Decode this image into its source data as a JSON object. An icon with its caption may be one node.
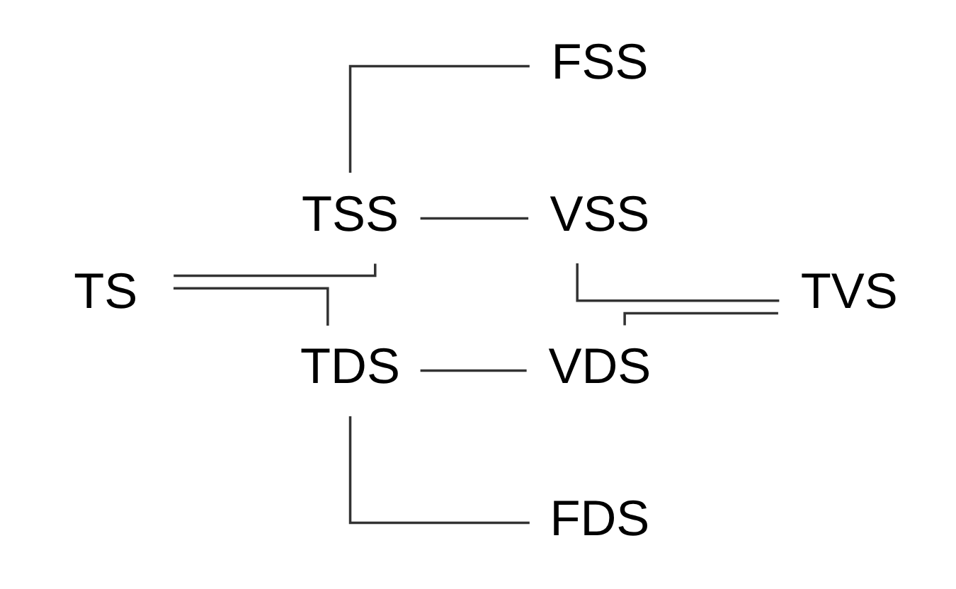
{
  "diagram": {
    "nodes": [
      {
        "text": [
          "TS"
        ]
      },
      {
        "text": [
          "TSS"
        ]
      },
      {
        "text": [
          "TDS"
        ]
      },
      {
        "text": [
          "FSS"
        ]
      },
      {
        "text": [
          "VSS"
        ]
      },
      {
        "text": [
          "VDS"
        ]
      },
      {
        "text": [
          "FDS"
        ]
      },
      {
        "text": [
          "TVS"
        ]
      }
    ],
    "edges": [
      {
        "from": 0,
        "to": 1,
        "arrow": "none"
      },
      {
        "from": 0,
        "to": 2,
        "arrow": "none"
      },
      {
        "from": 1,
        "to": 3,
        "arrow": "none"
      },
      {
        "from": 1,
        "to": 4,
        "arrow": "none"
      },
      {
        "from": 2,
        "to": 5,
        "arrow": "none"
      },
      {
        "from": 2,
        "to": 6,
        "arrow": "none"
      },
      {
        "from": 4,
        "to": 7,
        "arrow": "none"
      },
      {
        "from": 5,
        "to": 7,
        "arrow": "none"
      }
    ]
  }
}
